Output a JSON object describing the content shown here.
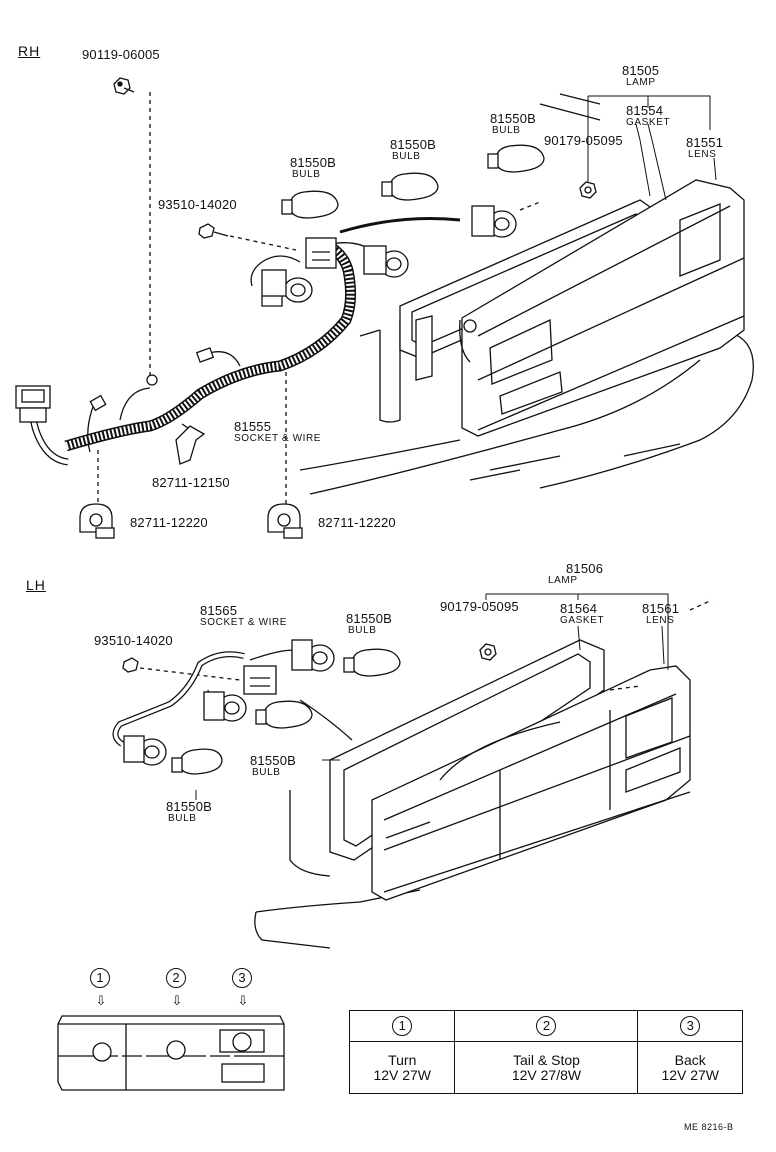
{
  "sections": {
    "rh": "RH",
    "lh": "LH"
  },
  "rh_labels": {
    "screw_90119": "90119-06005",
    "screw_93510": "93510-14020",
    "lamp_num": "81505",
    "lamp_sub": "LAMP",
    "gasket_num": "81554",
    "gasket_sub": "GASKET",
    "nut_90179": "90179-05095",
    "lens_num": "81551",
    "lens_sub": "LENS",
    "bulb1_num": "81550B",
    "bulb1_sub": "BULB",
    "bulb2_num": "81550B",
    "bulb2_sub": "BULB",
    "bulb3_num": "81550B",
    "bulb3_sub": "BULB",
    "socket_num": "81555",
    "socket_sub": "SOCKET & WIRE",
    "clamp_12150": "82711-12150",
    "clamp_a": "82711-12220",
    "clamp_b": "82711-12220"
  },
  "lh_labels": {
    "lamp_num": "81506",
    "lamp_sub": "LAMP",
    "socket_num": "81565",
    "socket_sub": "SOCKET & WIRE",
    "screw_93510": "93510-14020",
    "bulb1_num": "81550B",
    "bulb1_sub": "BULB",
    "nut_90179": "90179-05095",
    "gasket_num": "81564",
    "gasket_sub": "GASKET",
    "lens_num": "81561",
    "lens_sub": "LENS",
    "bulb2_num": "81550B",
    "bulb2_sub": "BULB",
    "bulb3_num": "81550B",
    "bulb3_sub": "BULB"
  },
  "position_markers": [
    "1",
    "2",
    "3"
  ],
  "bulb_table": {
    "columns": [
      {
        "marker": "1",
        "line1": "Turn",
        "line2": "12V 27W"
      },
      {
        "marker": "2",
        "line1": "Tail & Stop",
        "line2": "12V 27/8W"
      },
      {
        "marker": "3",
        "line1": "Back",
        "line2": "12V 27W"
      }
    ]
  },
  "reference_code": "ME 8216-B"
}
